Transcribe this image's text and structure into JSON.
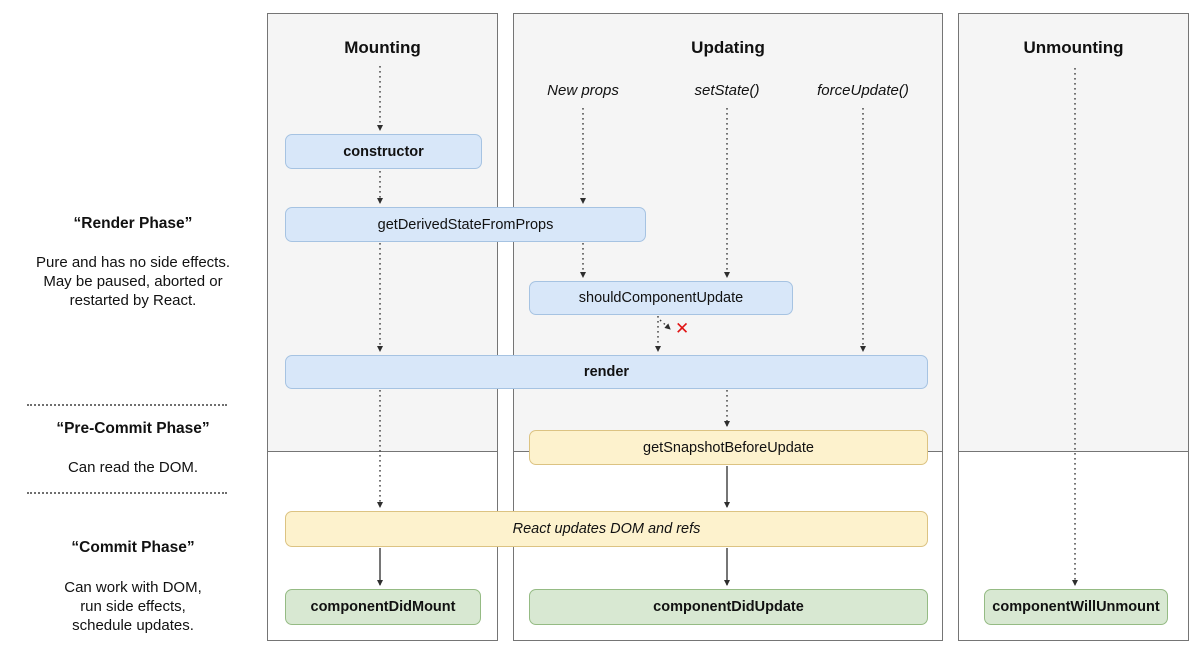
{
  "sidebar": {
    "render_phase": {
      "title": "“Render Phase”",
      "description": "Pure and has no side effects.\nMay be paused, aborted or\nrestarted by React."
    },
    "pre_commit_phase": {
      "title": "“Pre-Commit Phase”",
      "description": "Can read the DOM."
    },
    "commit_phase": {
      "title": "“Commit Phase”",
      "description": "Can work with DOM,\nrun side effects,\nschedule updates."
    }
  },
  "columns": {
    "mounting": {
      "title": "Mounting"
    },
    "updating": {
      "title": "Updating",
      "triggers": [
        "New props",
        "setState()",
        "forceUpdate()"
      ]
    },
    "unmounting": {
      "title": "Unmounting"
    }
  },
  "boxes": {
    "constructor": "constructor",
    "get_derived_state_from_props": "getDerivedStateFromProps",
    "should_component_update": "shouldComponentUpdate",
    "render": "render",
    "get_snapshot_before_update": "getSnapshotBeforeUpdate",
    "react_updates_dom": "React updates DOM and refs",
    "component_did_mount": "componentDidMount",
    "component_did_update": "componentDidUpdate",
    "component_will_unmount": "componentWillUnmount"
  },
  "icons": {
    "halt_x": "✕"
  },
  "colors": {
    "blue_fill": "#d8e7f9",
    "blue_border": "#a6c3e2",
    "yellow_fill": "#fdf2cd",
    "yellow_border": "#dcc382",
    "green_fill": "#d8e8d2",
    "green_border": "#95bb84",
    "halt_red": "#e01414",
    "col_bg": "#f5f5f5",
    "col_border": "#757575"
  }
}
